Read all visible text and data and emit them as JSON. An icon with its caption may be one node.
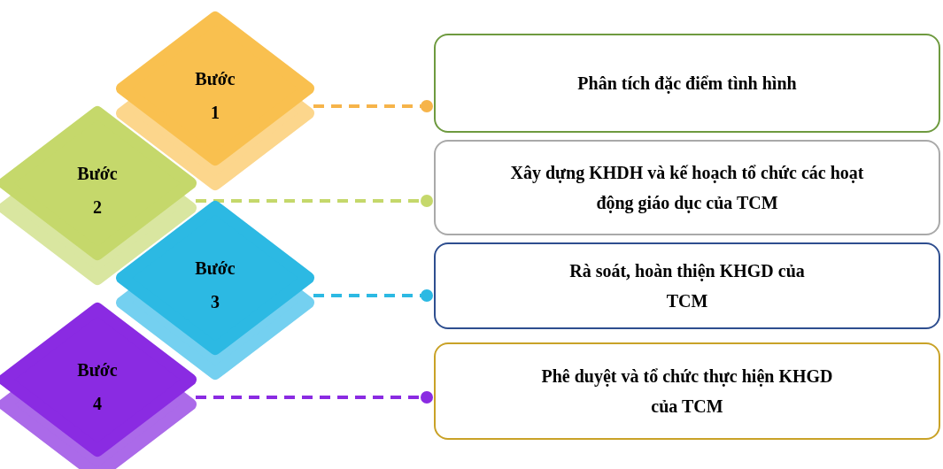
{
  "diagram": {
    "nodes": [
      {
        "text": [
          "Bước 1"
        ]
      },
      {
        "text": [
          "Phân tích đặc điểm tình hình"
        ]
      },
      {
        "text": [
          "Bước 2"
        ]
      },
      {
        "text": [
          "Xây dựng KHDH và kế hoạch tổ chức các hoạt động giáo dục của TCM"
        ]
      },
      {
        "text": [
          "Bước 3"
        ]
      },
      {
        "text": [
          "Rà soát, hoàn thiện KHGD của TCM"
        ]
      },
      {
        "text": [
          "Bước 4"
        ]
      },
      {
        "text": [
          "Phê duyệt và tổ chức thực hiện KHGD của TCM"
        ]
      }
    ],
    "edges": [
      {
        "from": 0,
        "to": 1,
        "arrow": "other",
        "style": "dashed",
        "color": "#f6b44a"
      },
      {
        "from": 2,
        "to": 3,
        "arrow": "other",
        "style": "dashed",
        "color": "#c5d86b"
      },
      {
        "from": 4,
        "to": 5,
        "arrow": "other",
        "style": "dashed",
        "color": "#2cb9e3"
      },
      {
        "from": 6,
        "to": 7,
        "arrow": "other",
        "style": "dashed",
        "color": "#8a2be2"
      }
    ]
  }
}
